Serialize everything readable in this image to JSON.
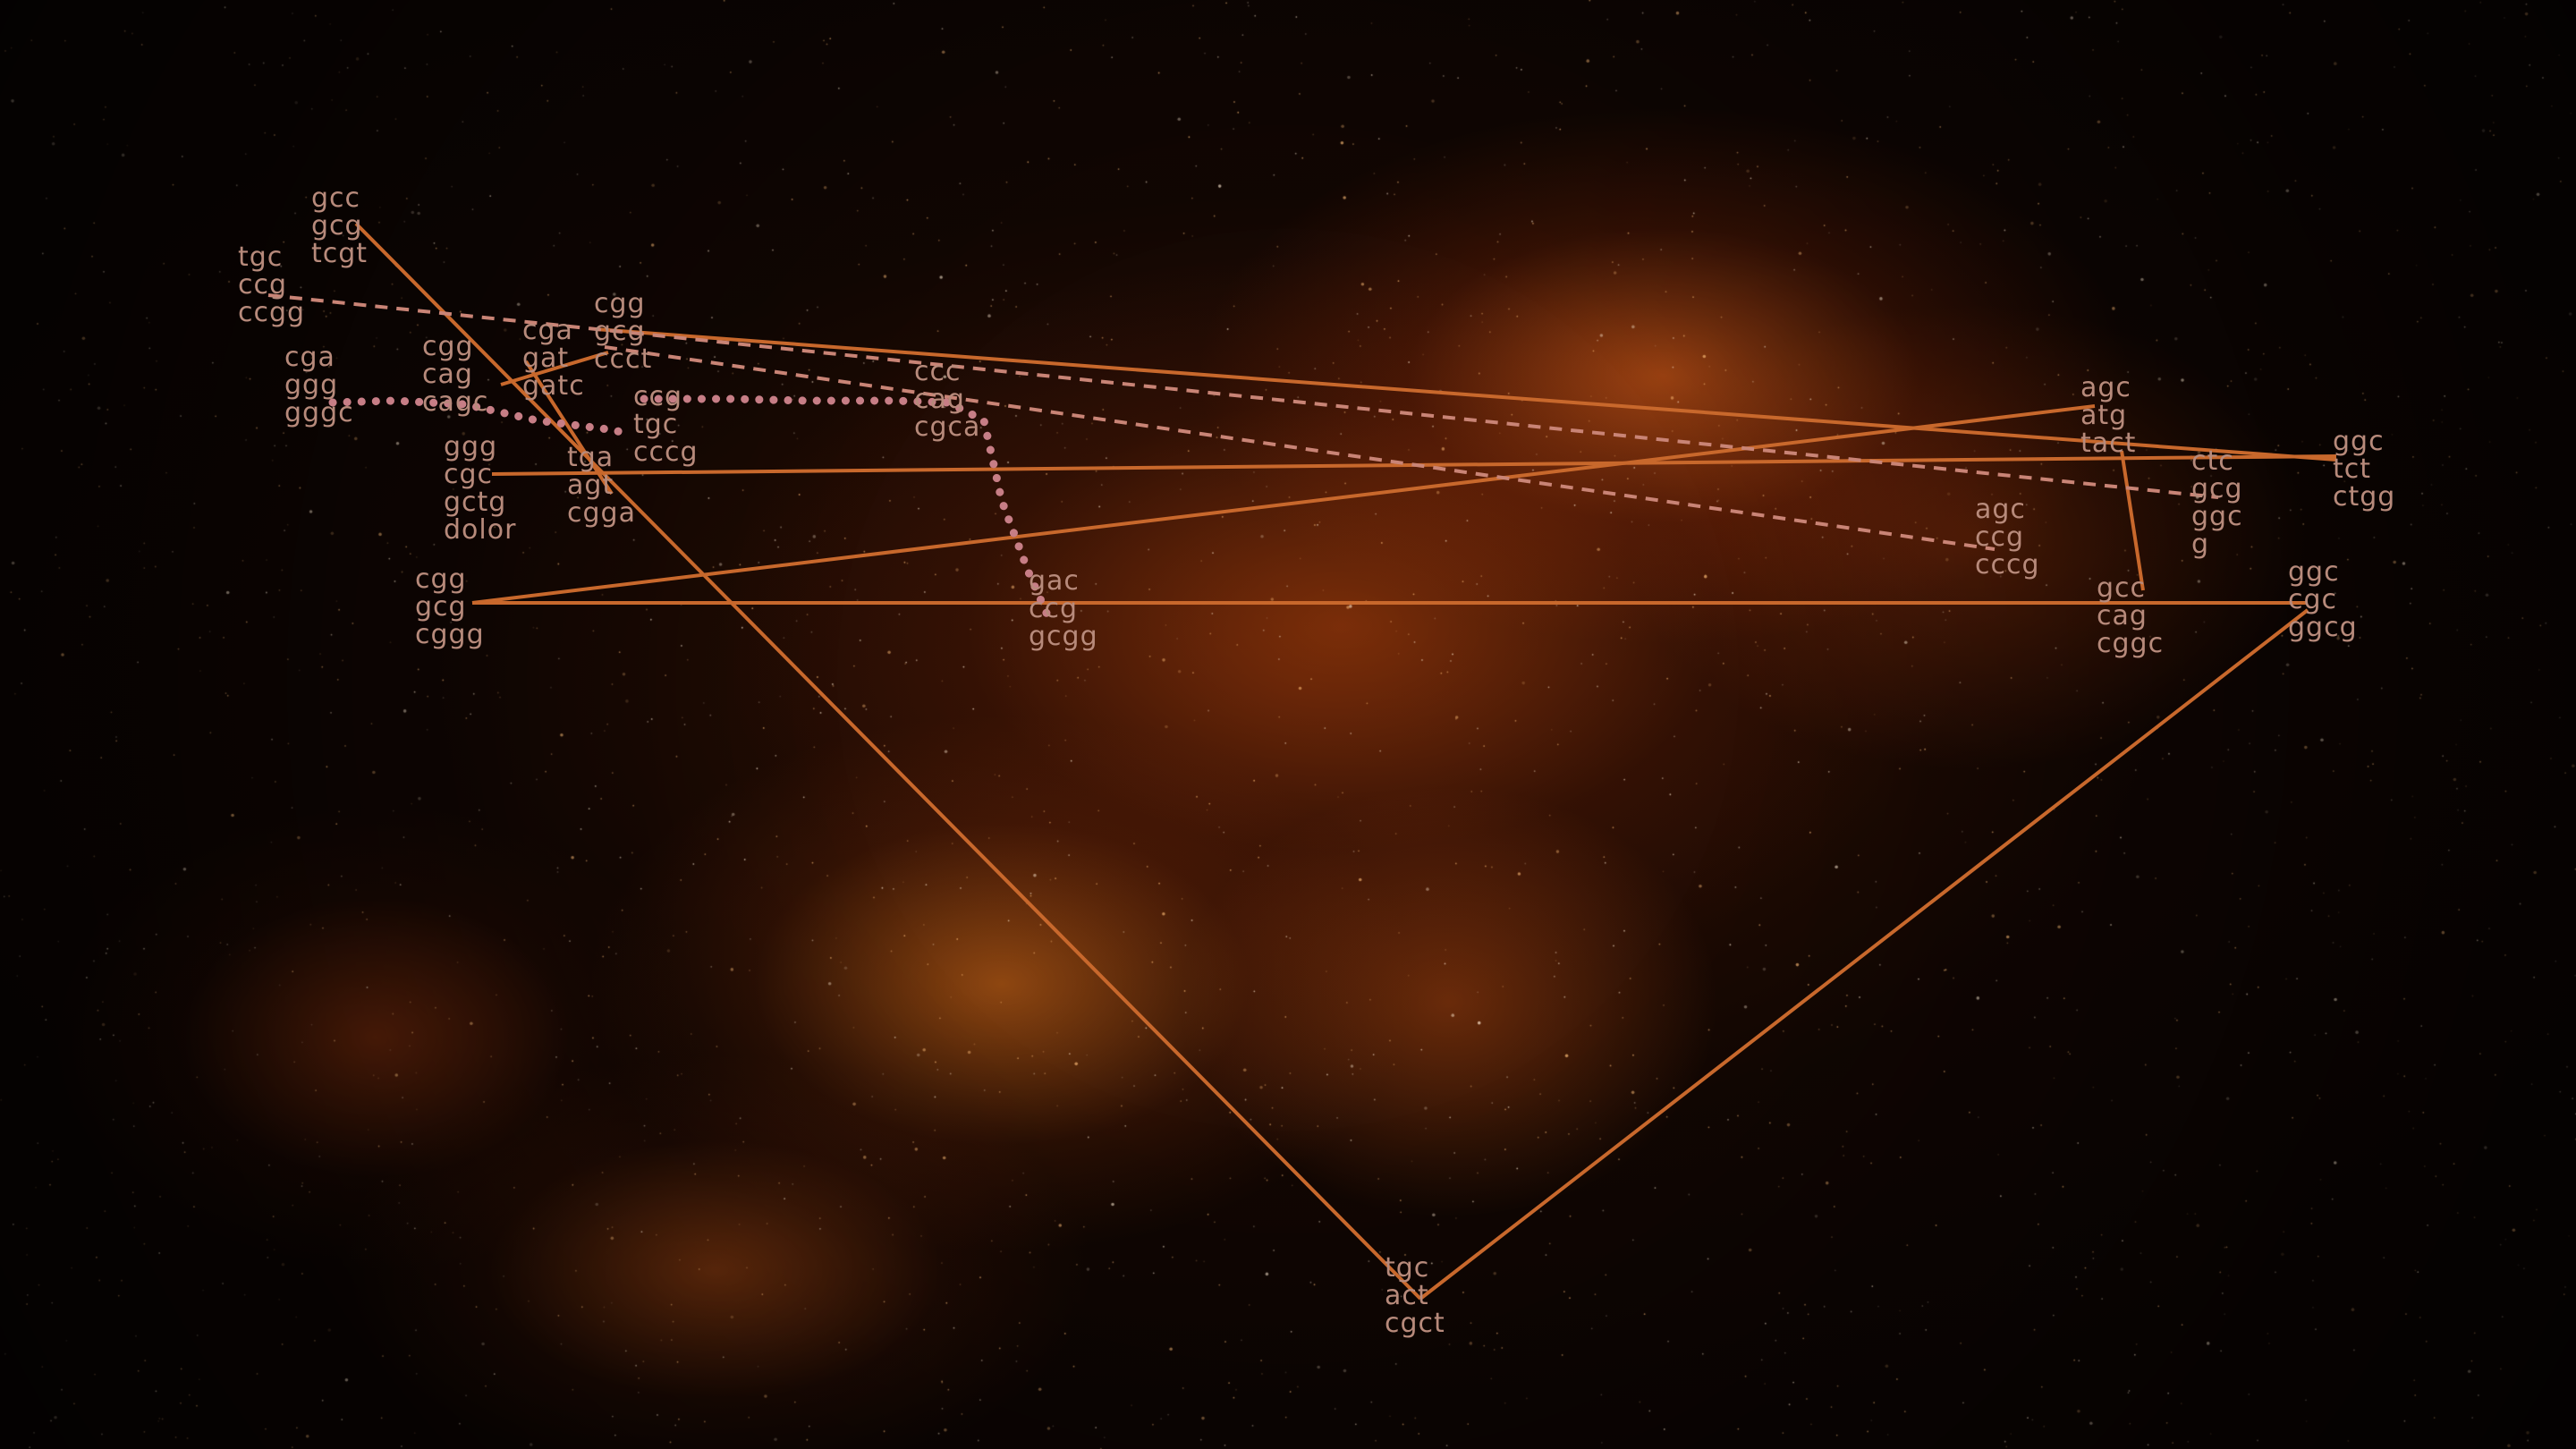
{
  "theme": {
    "line_color": "#c8682c",
    "dashed_color": "#c98476",
    "dotted_color": "#c77e86",
    "label_color": "#b78a7b",
    "background": "#0c0503"
  },
  "nodes": [
    {
      "id": "n1",
      "lines": [
        "gcc",
        "gcg",
        "tcgt"
      ]
    },
    {
      "id": "n2",
      "lines": [
        "tgc",
        "ccg",
        "ccgg"
      ]
    },
    {
      "id": "n3",
      "lines": [
        "cgg",
        "gcg",
        "ccct"
      ]
    },
    {
      "id": "n4",
      "lines": [
        "cga",
        "gat",
        "gatc"
      ]
    },
    {
      "id": "n5",
      "lines": [
        "cgg",
        "cag",
        "cagc"
      ]
    },
    {
      "id": "n6",
      "lines": [
        "cga",
        "ggg",
        "gggc"
      ]
    },
    {
      "id": "n7",
      "lines": [
        "ccg",
        "tgc",
        "cccg"
      ]
    },
    {
      "id": "n8",
      "lines": [
        "ccc",
        "cag",
        "cgca"
      ]
    },
    {
      "id": "n9",
      "lines": [
        "ggg",
        "cgc",
        "gctg",
        "dolor"
      ]
    },
    {
      "id": "n10",
      "lines": [
        "tga",
        "agt",
        "cgga"
      ]
    },
    {
      "id": "n11",
      "lines": [
        "cgg",
        "gcg",
        "cggg"
      ]
    },
    {
      "id": "n12",
      "lines": [
        "gac",
        "ccg",
        "gcgg"
      ]
    },
    {
      "id": "n13",
      "lines": [
        "agc",
        "atg",
        "tact"
      ]
    },
    {
      "id": "n14",
      "lines": [
        "ctc",
        "gcg",
        "ggc",
        "g"
      ]
    },
    {
      "id": "n15",
      "lines": [
        "ggc",
        "tct",
        "ctgg"
      ]
    },
    {
      "id": "n16",
      "lines": [
        "agc",
        "ccg",
        "cccg"
      ]
    },
    {
      "id": "n17",
      "lines": [
        "gcc",
        "cag",
        "cggc"
      ]
    },
    {
      "id": "n18",
      "lines": [
        "ggc",
        "cgc",
        "ggcg"
      ]
    },
    {
      "id": "n19",
      "lines": [
        "tgc",
        "act",
        "cgct"
      ]
    }
  ]
}
